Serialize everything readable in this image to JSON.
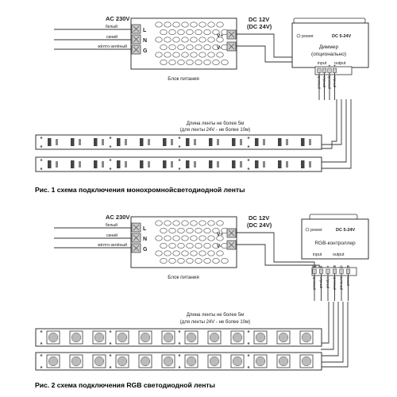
{
  "diagrams": [
    {
      "ac_label": "AC 230V",
      "wires": [
        "белый",
        "синий",
        "жёлто-зелёный"
      ],
      "terminals_in": [
        "L",
        "N",
        "G"
      ],
      "terminals_out": [
        "V+",
        "V-"
      ],
      "dc_label_1": "DC 12V",
      "dc_label_2": "(DC 24V)",
      "psu_label": "Блок питания",
      "controller_power": "power",
      "controller_voltage": "DC 5-24V",
      "controller_name_1": "Диммер",
      "controller_name_2": "(опционально)",
      "input_label": "input",
      "output_label": "output",
      "pin_symbols": [
        "",
        "",
        "+",
        "+"
      ],
      "pin_wire_labels": [
        "красный",
        "чёрный",
        "красный",
        "чёрный"
      ],
      "strip_note_1": "Длина ленты не более 5м",
      "strip_note_2": "(для ленты 24V - не более 10м)",
      "caption": "Рис. 1 схема подключения монохромнойсветодиодной ленты"
    },
    {
      "ac_label": "AC 230V",
      "wires": [
        "белый",
        "синий",
        "жёлто-зелёный"
      ],
      "terminals_in": [
        "L",
        "N",
        "G"
      ],
      "terminals_out": [
        "V+",
        "V-"
      ],
      "dc_label_1": "DC 12V",
      "dc_label_2": "(DC 24V)",
      "psu_label": "Блок питания",
      "controller_power": "power",
      "controller_voltage": "DC 5-24V",
      "controller_name_1": "RGB-контроллер",
      "controller_name_2": "",
      "input_label": "input",
      "output_label": "output",
      "pin_symbols": [
        "V+",
        "V-",
        "+",
        "R",
        "G",
        "B"
      ],
      "pin_wire_labels": [
        "красный",
        "чёрный",
        "чёрный",
        "красный",
        "зелёный",
        "синий"
      ],
      "strip_note_1": "Длина ленты не более 5м",
      "strip_note_2": "(для ленты 24V - не более 10м)",
      "caption": "Рис. 2 схема подключения RGB светодиодной ленты"
    }
  ]
}
